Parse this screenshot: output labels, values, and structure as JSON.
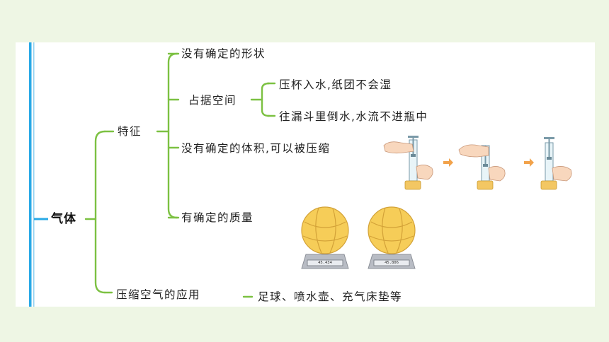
{
  "mindmap": {
    "root": "气体",
    "feature": {
      "label": "特征",
      "items": [
        "没有确定的形状",
        "占据空间",
        "没有确定的体积,可以被压缩",
        "有确定的质量"
      ],
      "space_examples": [
        "压杯入水,纸团不会湿",
        "往漏斗里倒水,水流不进瓶中"
      ]
    },
    "application": {
      "label": "压缩空气的应用",
      "examples": "足球、喷水壶、充气床垫等"
    }
  },
  "scales": {
    "left_reading": "45.434",
    "right_reading": "45.806"
  },
  "colors": {
    "connector": "#7cc142",
    "accent_bar": "#29a9e6",
    "ball": "#f6cd58"
  }
}
